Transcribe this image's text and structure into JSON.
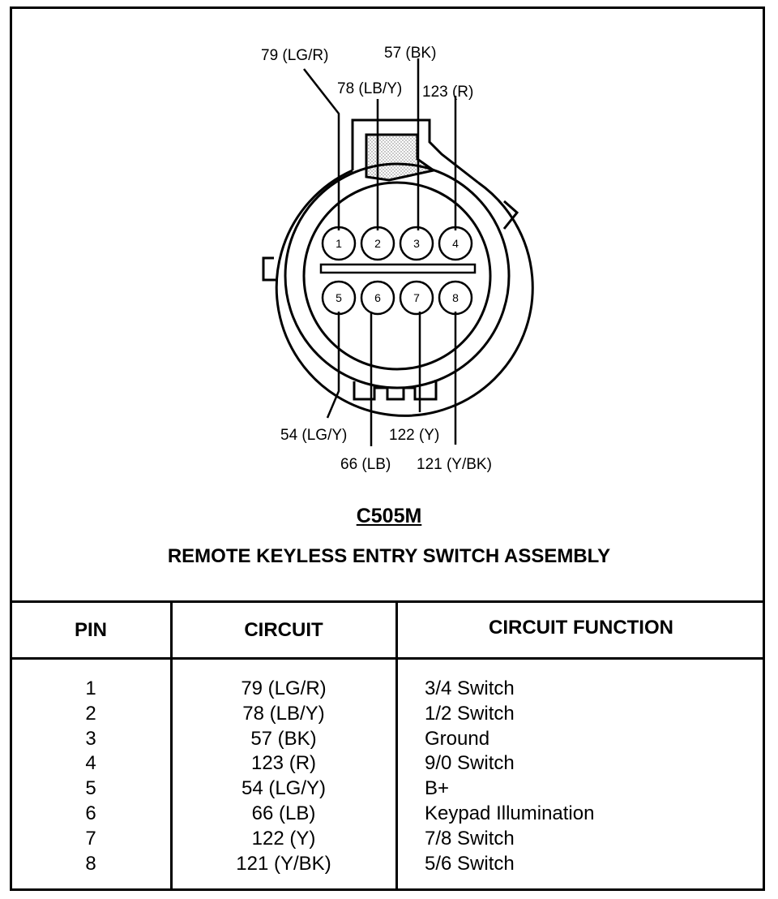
{
  "connector": {
    "id": "C505M",
    "title": "REMOTE KEYLESS ENTRY SWITCH ASSEMBLY",
    "pins": [
      {
        "pin": "1",
        "circuit": "79 (LG/R)",
        "function": "3/4 Switch"
      },
      {
        "pin": "2",
        "circuit": "78 (LB/Y)",
        "function": "1/2 Switch"
      },
      {
        "pin": "3",
        "circuit": "57 (BK)",
        "function": "Ground"
      },
      {
        "pin": "4",
        "circuit": "123 (R)",
        "function": "9/0 Switch"
      },
      {
        "pin": "5",
        "circuit": "54 (LG/Y)",
        "function": "B+"
      },
      {
        "pin": "6",
        "circuit": "66 (LB)",
        "function": "Keypad Illumination"
      },
      {
        "pin": "7",
        "circuit": "122 (Y)",
        "function": "7/8 Switch"
      },
      {
        "pin": "8",
        "circuit": "121 (Y/BK)",
        "function": "5/6 Switch"
      }
    ]
  },
  "table": {
    "headers": [
      "PIN",
      "CIRCUIT",
      "CIRCUIT FUNCTION"
    ]
  }
}
